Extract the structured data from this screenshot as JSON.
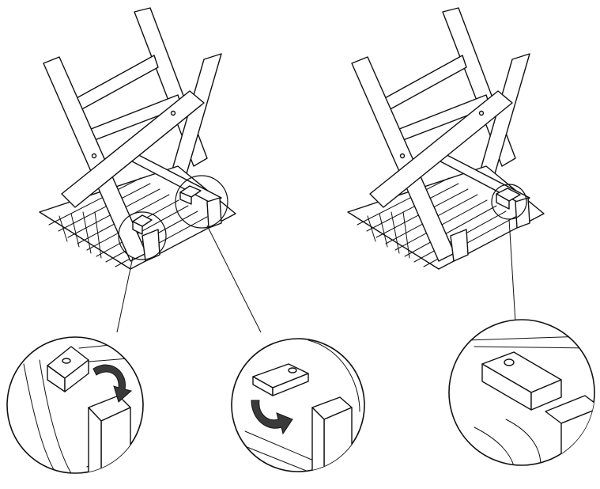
{
  "figure": {
    "panels": [
      {
        "id": "stool-before",
        "description_icon": "folding-stool-folded-blocks-icon"
      },
      {
        "id": "stool-after",
        "description_icon": "folding-stool-locked-block-icon"
      }
    ],
    "details": [
      {
        "id": "detail-left-block",
        "icon": "rotate-clockwise-arrow-icon"
      },
      {
        "id": "detail-right-block",
        "icon": "rotate-counterclockwise-arrow-icon"
      },
      {
        "id": "detail-locked-block",
        "icon": "locked-block-icon"
      }
    ],
    "colors": {
      "line": "#111111",
      "background": "#ffffff",
      "arrow": "#3a3a3a"
    }
  }
}
